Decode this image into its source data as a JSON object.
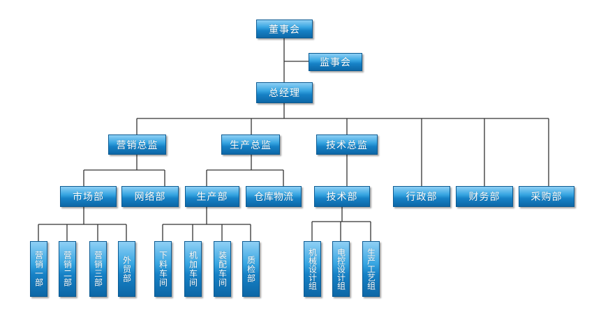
{
  "org": {
    "board": "董事会",
    "supervisors": "监事会",
    "gm": "总经理",
    "marketing_director": "营销总监",
    "production_director": "生产总监",
    "tech_director": "技术总监",
    "admin_dept": "行政部",
    "finance_dept": "财务部",
    "purchasing_dept": "采购部",
    "market_dept": "市场部",
    "network_dept": "网络部",
    "production_dept": "生产部",
    "warehouse_logistics": "仓库物流",
    "tech_dept": "技术部",
    "sales_1": "营销一部",
    "sales_2": "营销二部",
    "sales_3": "营销三部",
    "foreign_trade": "外贸部",
    "blanking_workshop": "下料车间",
    "machining_workshop": "机加车间",
    "assembly_workshop": "装配车间",
    "quality_inspection": "质检部",
    "mech_design_group": "机械设计组",
    "elec_design_group": "电控设计组",
    "process_group": "生产工艺组"
  },
  "colors": {
    "box_top": "#8fd0f5",
    "box_mid": "#1681c6",
    "box_bottom": "#0d67a6",
    "line": "#333333"
  }
}
